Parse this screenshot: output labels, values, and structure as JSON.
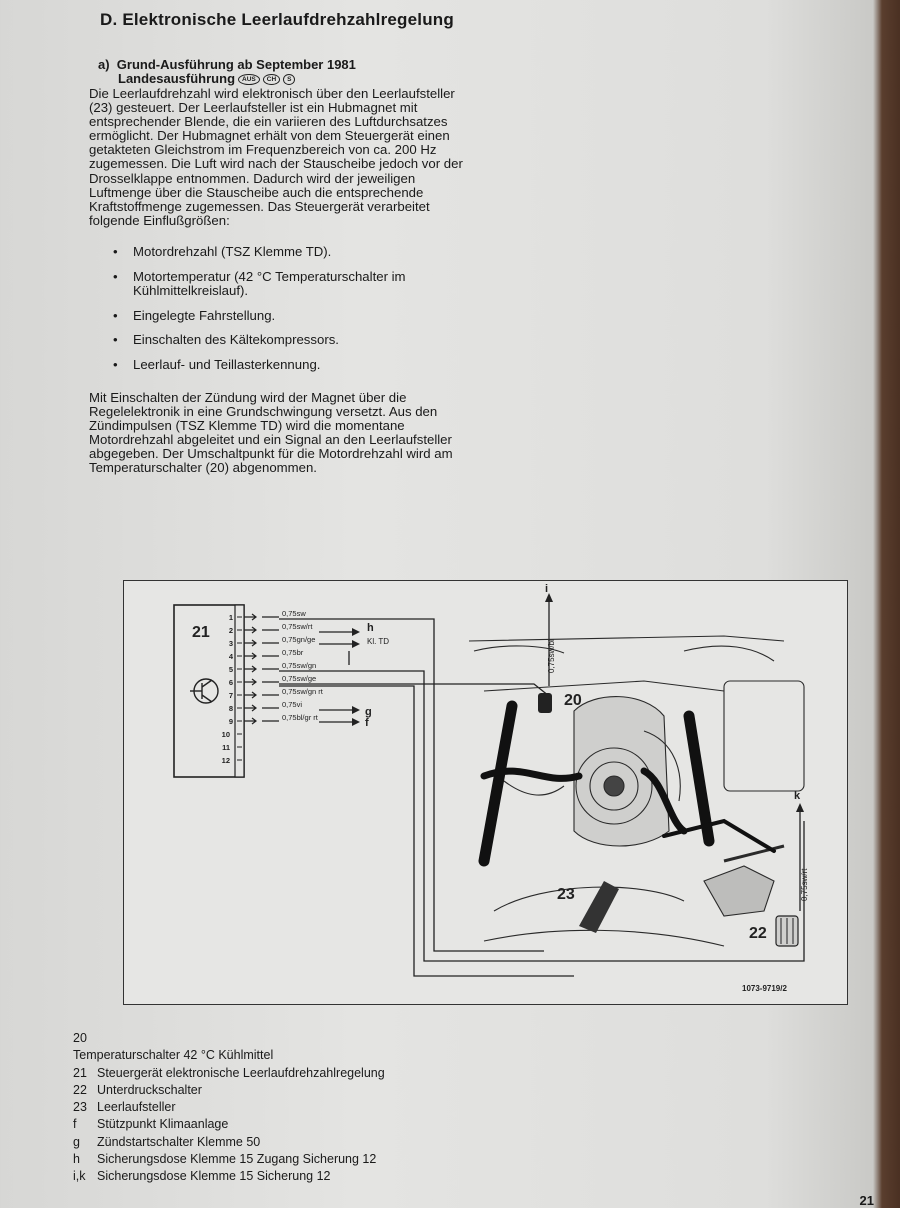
{
  "section_title": "D. Elektronische Leerlaufdrehzahlregelung",
  "subsection": {
    "label": "a)",
    "title": "Grund-Ausführung ab September 1981",
    "line2": "Landesausführung",
    "badges": [
      "AUS",
      "CH",
      "S"
    ]
  },
  "paragraph1": "Die Leerlaufdrehzahl wird elektronisch über den Leerlaufsteller (23) gesteuert. Der Leerlaufsteller ist ein Hubmagnet mit entsprechender Blende, die ein variieren des Luftdurchsatzes ermöglicht. Der Hubmagnet erhält von dem Steuergerät einen getakteten Gleichstrom im Frequenzbereich von ca. 200 Hz zugemessen. Die Luft wird nach der Stauscheibe jedoch vor der Drosselklappe entnommen. Dadurch wird der jeweiligen Luftmenge über die Stauscheibe auch die entsprechende Kraftstoffmenge zugemessen. Das Steuergerät verarbeitet folgende Einflußgrößen:",
  "bullets": [
    "Motordrehzahl (TSZ Klemme TD).",
    "Motortemperatur (42 °C Temperaturschalter im Kühlmittelkreislauf).",
    "Eingelegte Fahrstellung.",
    "Einschalten des Kältekompressors.",
    "Leerlauf- und Teillasterkennung."
  ],
  "paragraph2": "Mit Einschalten der Zündung wird der Magnet über die Regelelektronik in eine Grundschwingung versetzt. Aus den Zündimpulsen (TSZ Klemme TD) wird die momentane Motordrehzahl abgeleitet und ein Signal an den Leerlaufsteller abgegeben. Der Umschaltpunkt für die Motordrehzahl wird am Temperaturschalter (20) abgenommen.",
  "figure": {
    "unit_label": "21",
    "pins": [
      "1",
      "2",
      "3",
      "4",
      "5",
      "6",
      "7",
      "8",
      "9",
      "10",
      "11",
      "12"
    ],
    "wires": [
      "0,75sw",
      "0,75sw/rt",
      "0,75gn/ge",
      "0,75br",
      "0,75sw/gn",
      "0,75sw/ge",
      "0,75sw/gn rt",
      "0,75vi",
      "0,75bl/gr rt"
    ],
    "targets": {
      "h": "h",
      "td": "Kl. TD",
      "g": "g",
      "f": "f",
      "i": "i",
      "k": "k"
    },
    "vertical_wire_1": "0,75sw/bl",
    "vertical_wire_2": "0,75sw/rt",
    "callouts": [
      "20",
      "23",
      "22"
    ],
    "code": "1073-9719/2"
  },
  "legend_lead": "20",
  "legend": [
    {
      "key": "",
      "text": "Temperaturschalter 42 °C Kühlmittel"
    },
    {
      "key": "21",
      "text": "Steuergerät elektronische Leerlaufdrehzahlregelung"
    },
    {
      "key": "22",
      "text": "Unterdruckschalter"
    },
    {
      "key": "23",
      "text": "Leerlaufsteller"
    },
    {
      "key": "f",
      "text": "Stützpunkt Klimaanlage"
    },
    {
      "key": "g",
      "text": "Zündstartschalter Klemme 50"
    },
    {
      "key": "h",
      "text": "Sicherungsdose Klemme 15 Zugang Sicherung 12"
    },
    {
      "key": "i,k",
      "text": "Sicherungsdose Klemme 15 Sicherung 12"
    }
  ],
  "page_number": "21"
}
